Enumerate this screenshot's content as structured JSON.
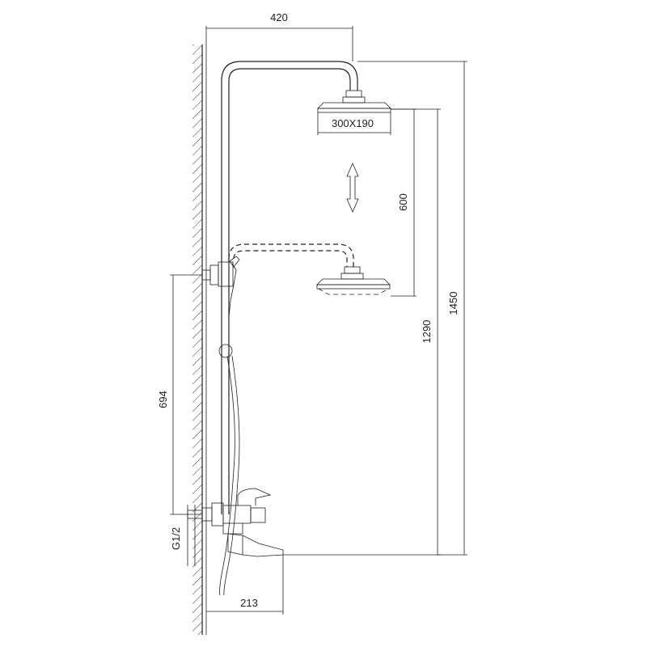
{
  "dimensions": {
    "arm_reach": "420",
    "head_size": "300X190",
    "head_travel": "600",
    "low_head_height": "1290",
    "total_height": "1450",
    "connection_spacing": "694",
    "thread_size": "G1/2",
    "spout_reach": "213"
  }
}
